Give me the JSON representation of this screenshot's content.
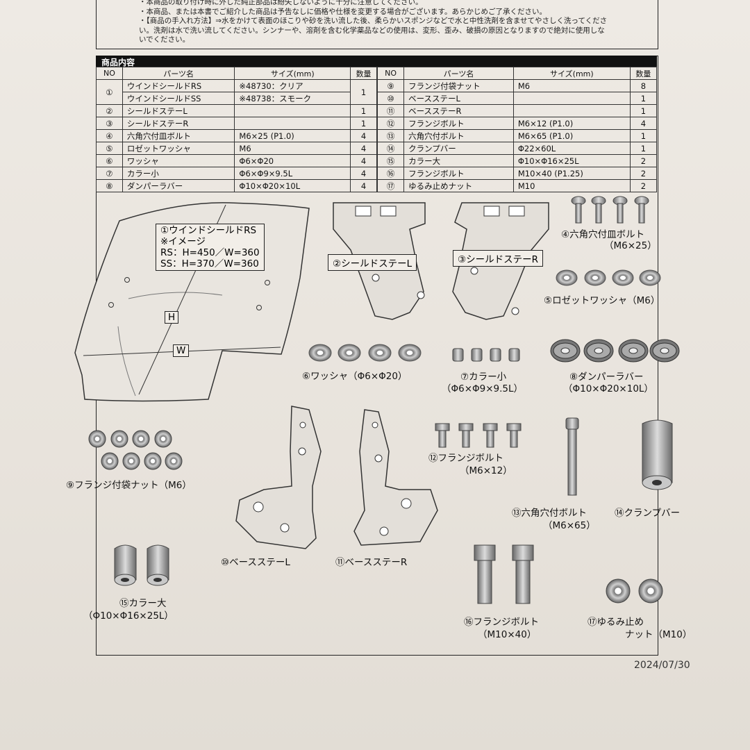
{
  "notes": [
    "・本商品の取り付け時に外した純正部品は紛失しないように十分に注意してください。",
    "・本商品、または本書でご紹介した商品は予告なしに価格や仕様を変更する場合がございます。あらかじめご了承ください。",
    "・【商品の手入れ方法】⇒水をかけて表面のほこりや砂を洗い流した後、柔らかいスポンジなどで水と中性洗剤を含ませてやさしく洗ってくださ",
    "い。洗剤は水で洗い流してください。シンナーや、溶剤を含む化学薬品などの使用は、変形、歪み、破損の原因となりますので絶対に使用しな",
    "いでください。"
  ],
  "section_title": "商品内容",
  "table_headers": {
    "no": "NO",
    "name": "パーツ名",
    "size": "サイズ(mm)",
    "qty": "数量"
  },
  "left_table": [
    {
      "no": "①",
      "name": "ウインドシールドRS",
      "size": "※48730：クリア",
      "qty": "1"
    },
    {
      "no": "",
      "name": "ウインドシールドSS",
      "size": "※48738：スモーク",
      "qty": ""
    },
    {
      "no": "②",
      "name": "シールドステーL",
      "size": "",
      "qty": "1"
    },
    {
      "no": "③",
      "name": "シールドステーR",
      "size": "",
      "qty": "1"
    },
    {
      "no": "④",
      "name": "六角穴付皿ボルト",
      "size": "M6×25 (P1.0)",
      "qty": "4"
    },
    {
      "no": "⑤",
      "name": "ロゼットワッシャ",
      "size": "M6",
      "qty": "4"
    },
    {
      "no": "⑥",
      "name": "ワッシャ",
      "size": "Φ6×Φ20",
      "qty": "4"
    },
    {
      "no": "⑦",
      "name": "カラー小",
      "size": "Φ6×Φ9×9.5L",
      "qty": "4"
    },
    {
      "no": "⑧",
      "name": "ダンパーラバー",
      "size": "Φ10×Φ20×10L",
      "qty": "4"
    }
  ],
  "right_table": [
    {
      "no": "⑨",
      "name": "フランジ付袋ナット",
      "size": "M6",
      "qty": "8"
    },
    {
      "no": "⑩",
      "name": "ベースステーL",
      "size": "",
      "qty": "1"
    },
    {
      "no": "⑪",
      "name": "ベースステーR",
      "size": "",
      "qty": "1"
    },
    {
      "no": "⑫",
      "name": "フランジボルト",
      "size": "M6×12 (P1.0)",
      "qty": "4"
    },
    {
      "no": "⑬",
      "name": "六角穴付ボルト",
      "size": "M6×65 (P1.0)",
      "qty": "1"
    },
    {
      "no": "⑭",
      "name": "クランプバー",
      "size": "Φ22×60L",
      "qty": "1"
    },
    {
      "no": "⑮",
      "name": "カラー大",
      "size": "Φ10×Φ16×25L",
      "qty": "2"
    },
    {
      "no": "⑯",
      "name": "フランジボルト",
      "size": "M10×40 (P1.25)",
      "qty": "2"
    },
    {
      "no": "⑰",
      "name": "ゆるみ止めナット",
      "size": "M10",
      "qty": "2"
    }
  ],
  "shield_label": [
    "①ウインドシールドRS",
    "※イメージ",
    "RS：H=450／W=360",
    "SS：H=370／W=360"
  ],
  "dim_h": "H",
  "dim_w": "W",
  "labels": {
    "p2": "②シールドステーL",
    "p3": "③シールドステーR",
    "p4a": "④六角穴付皿ボルト",
    "p4b": "（M6×25）",
    "p5": "⑤ロゼットワッシャ（M6）",
    "p6": "⑥ワッシャ（Φ6×Φ20）",
    "p7a": "⑦カラー小",
    "p7b": "（Φ6×Φ9×9.5L）",
    "p8a": "⑧ダンパーラバー",
    "p8b": "（Φ10×Φ20×10L）",
    "p9": "⑨フランジ付袋ナット（M6）",
    "p10": "⑩ベースステーL",
    "p11": "⑪ベースステーR",
    "p12a": "⑫フランジボルト",
    "p12b": "（M6×12）",
    "p13a": "⑬六角穴付ボルト",
    "p13b": "（M6×65）",
    "p14": "⑭クランプバー",
    "p15a": "⑮カラー大",
    "p15b": "（Φ10×Φ16×25L）",
    "p16a": "⑯フランジボルト",
    "p16b": "（M10×40）",
    "p17a": "⑰ゆるみ止め",
    "p17b": "ナット（M10）"
  },
  "date": "2024/07/30",
  "colors": {
    "paper": "#eeeae4",
    "ink": "#111111",
    "table_header_bg": "#111111",
    "metal": "#9a9a9a"
  }
}
